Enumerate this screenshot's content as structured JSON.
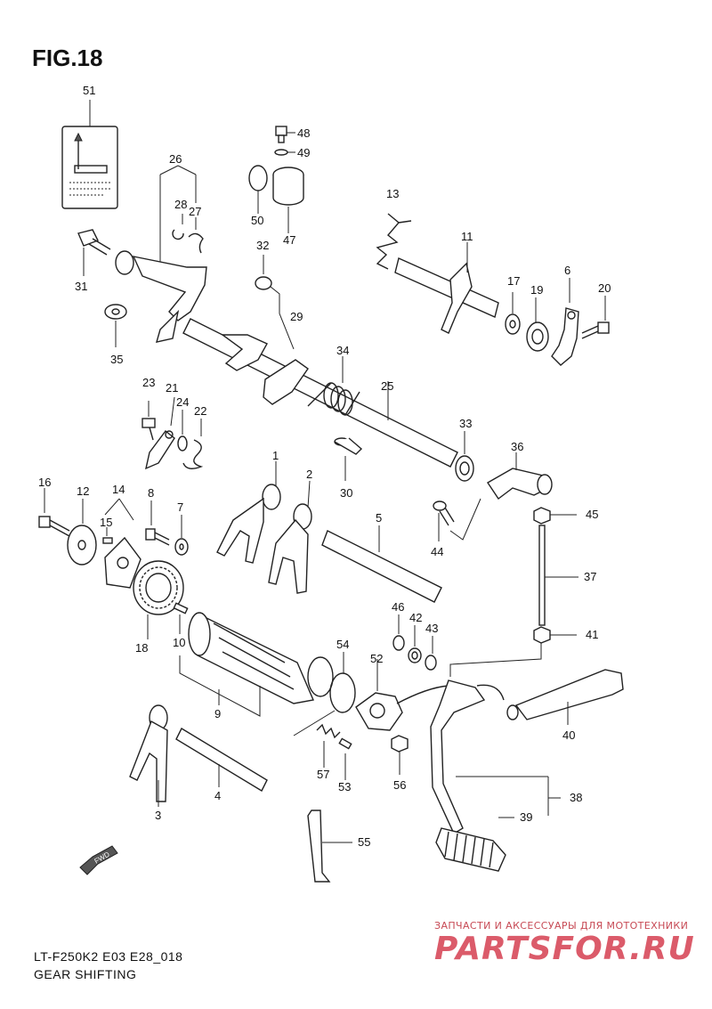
{
  "figure_title": "FIG.18",
  "model_code": "LT-F250K2 E03 E28_018",
  "section_title": "GEAR SHIFTING",
  "fwd_label": "FWD",
  "watermark": {
    "tagline": "ЗАПЧАСТИ И АКСЕССУАРЫ ДЛЯ МОТОТЕХНИКИ",
    "logo": "PARTSFOR.RU"
  },
  "part_numbers": [
    "1",
    "2",
    "3",
    "4",
    "5",
    "6",
    "7",
    "8",
    "9",
    "10",
    "11",
    "12",
    "13",
    "14",
    "15",
    "16",
    "17",
    "18",
    "19",
    "20",
    "21",
    "22",
    "23",
    "24",
    "25",
    "26",
    "27",
    "28",
    "29",
    "30",
    "31",
    "32",
    "33",
    "34",
    "35",
    "36",
    "37",
    "38",
    "39",
    "40",
    "41",
    "42",
    "43",
    "44",
    "45",
    "46",
    "47",
    "48",
    "49",
    "50",
    "51",
    "52",
    "53",
    "54",
    "55",
    "56",
    "57"
  ]
}
